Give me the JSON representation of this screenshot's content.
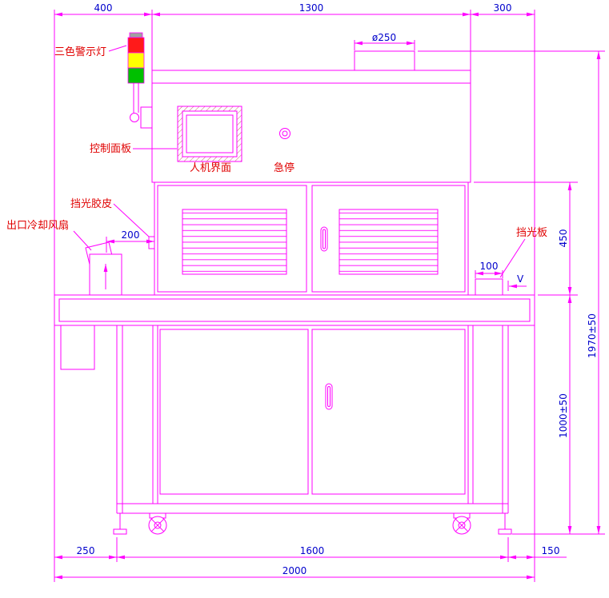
{
  "colors": {
    "line": "#ff00ff",
    "dim": "#0000cc",
    "label": "#e00000",
    "hatch": "#c06868",
    "tower_red": "#ff1a1a",
    "tower_yellow": "#ffff00",
    "tower_green": "#00c000",
    "tower_cap": "#a0a0a0"
  },
  "labels": {
    "tower_light": "三色警示灯",
    "control_panel": "控制面板",
    "hmi": "人机界面",
    "estop": "急停",
    "light_rubber": "挡光胶皮",
    "outlet_fan": "出口冷却风扇",
    "light_plate": "挡光板",
    "flow_mark": "V"
  },
  "dims": {
    "top_left": "400",
    "top_middle": "1300",
    "top_right": "300",
    "duct_dia": "ø250",
    "fan_offset": "200",
    "plate_width": "100",
    "mid_height": "450",
    "total_height": "1970±50",
    "table_height": "1000±50",
    "bottom_left": "250",
    "bottom_middle": "1600",
    "bottom_right": "150",
    "total_width": "2000"
  }
}
